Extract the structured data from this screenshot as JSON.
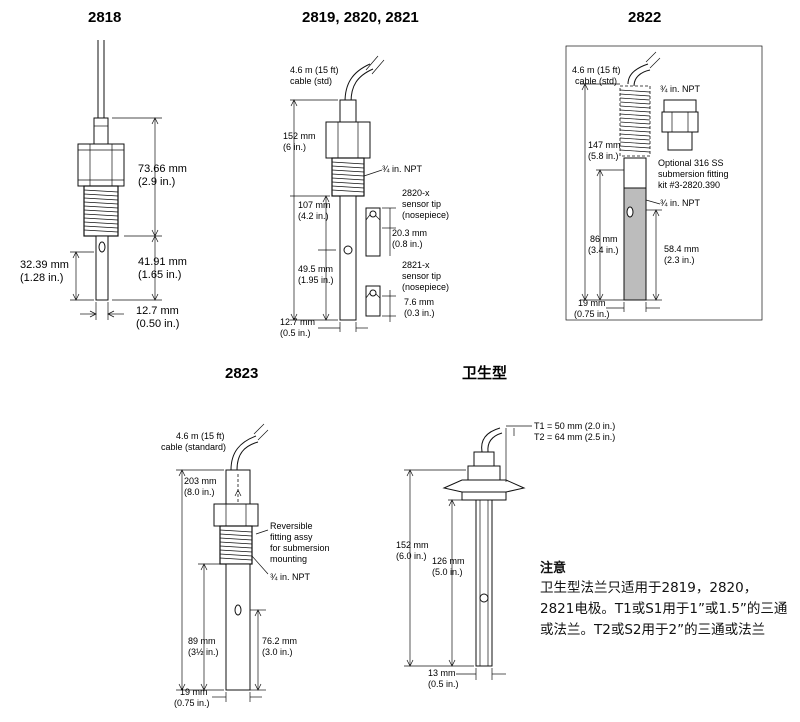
{
  "sections": {
    "s2818": {
      "title": "2818",
      "dim_a": "73.66 mm",
      "dim_a_in": "(2.9 in.)",
      "dim_b": "41.91 mm",
      "dim_b_in": "(1.65 in.)",
      "dim_c": "32.39 mm",
      "dim_c_in": "(1.28 in.)",
      "dim_d": "12.7 mm",
      "dim_d_in": "(0.50 in.)"
    },
    "s2819": {
      "title": "2819, 2820, 2821",
      "cable": "4.6 m (15 ft)",
      "cable2": "cable (std)",
      "dim_a": "152 mm",
      "dim_a_in": "(6 in.)",
      "npt": "¾ in. NPT",
      "dim_b": "107 mm",
      "dim_b_in": "(4.2 in.)",
      "tip1": "2820-x",
      "tip1b": "sensor tip",
      "tip1c": "(nosepiece)",
      "dim_c": "20.3 mm",
      "dim_c_in": "(0.8 in.)",
      "dim_d": "49.5 mm",
      "dim_d_in": "(1.95 in.)",
      "tip2": "2821-x",
      "tip2b": "sensor tip",
      "tip2c": "(nosepiece)",
      "dim_e": "7.6 mm",
      "dim_e_in": "(0.3 in.)",
      "dim_f": "12.7 mm",
      "dim_f_in": "(0.5 in.)"
    },
    "s2822": {
      "title": "2822",
      "cable": "4.6 m (15 ft)",
      "cable2": "cable (std)",
      "npt": "¾ in. NPT",
      "dim_a": "147 mm",
      "dim_a_in": "(5.8 in.)",
      "opt1": "Optional 316 SS",
      "opt2": "submersion fitting",
      "opt3": "kit #3-2820.390",
      "npt2": "¾ in. NPT",
      "dim_b": "86 mm",
      "dim_b_in": "(3.4 in.)",
      "dim_c": "58.4 mm",
      "dim_c_in": "(2.3 in.)",
      "dim_d": "19 mm",
      "dim_d_in": "(0.75 in.)"
    },
    "s2823": {
      "title": "2823",
      "cable": "4.6 m (15 ft)",
      "cable2": "cable (standard)",
      "dim_a": "203 mm",
      "dim_a_in": "(8.0 in.)",
      "rev1": "Reversible",
      "rev2": "fitting assy",
      "rev3": "for submersion",
      "rev4": "mounting",
      "npt": "¾ in. NPT",
      "dim_b": "89 mm",
      "dim_b_in": "(3½ in.)",
      "dim_c": "76.2 mm",
      "dim_c_in": "(3.0 in.)",
      "dim_d": "19 mm",
      "dim_d_in": "(0.75 in.)"
    },
    "sanitary": {
      "title": "卫生型",
      "t1": "T1 = 50 mm (2.0 in.)",
      "t2": "T2 = 64 mm (2.5 in.)",
      "dim_a": "152 mm",
      "dim_a_in": "(6.0 in.)",
      "dim_b": "126 mm",
      "dim_b_in": "(5.0 in.)",
      "dim_c": "13 mm",
      "dim_c_in": "(0.5 in.)"
    }
  },
  "note": {
    "title": "注意",
    "body": "卫生型法兰只适用于2819，2820，2821电极。T1或S1用于1”或1.5”的三通或法兰。T2或S2用于2”的三通或法兰"
  }
}
